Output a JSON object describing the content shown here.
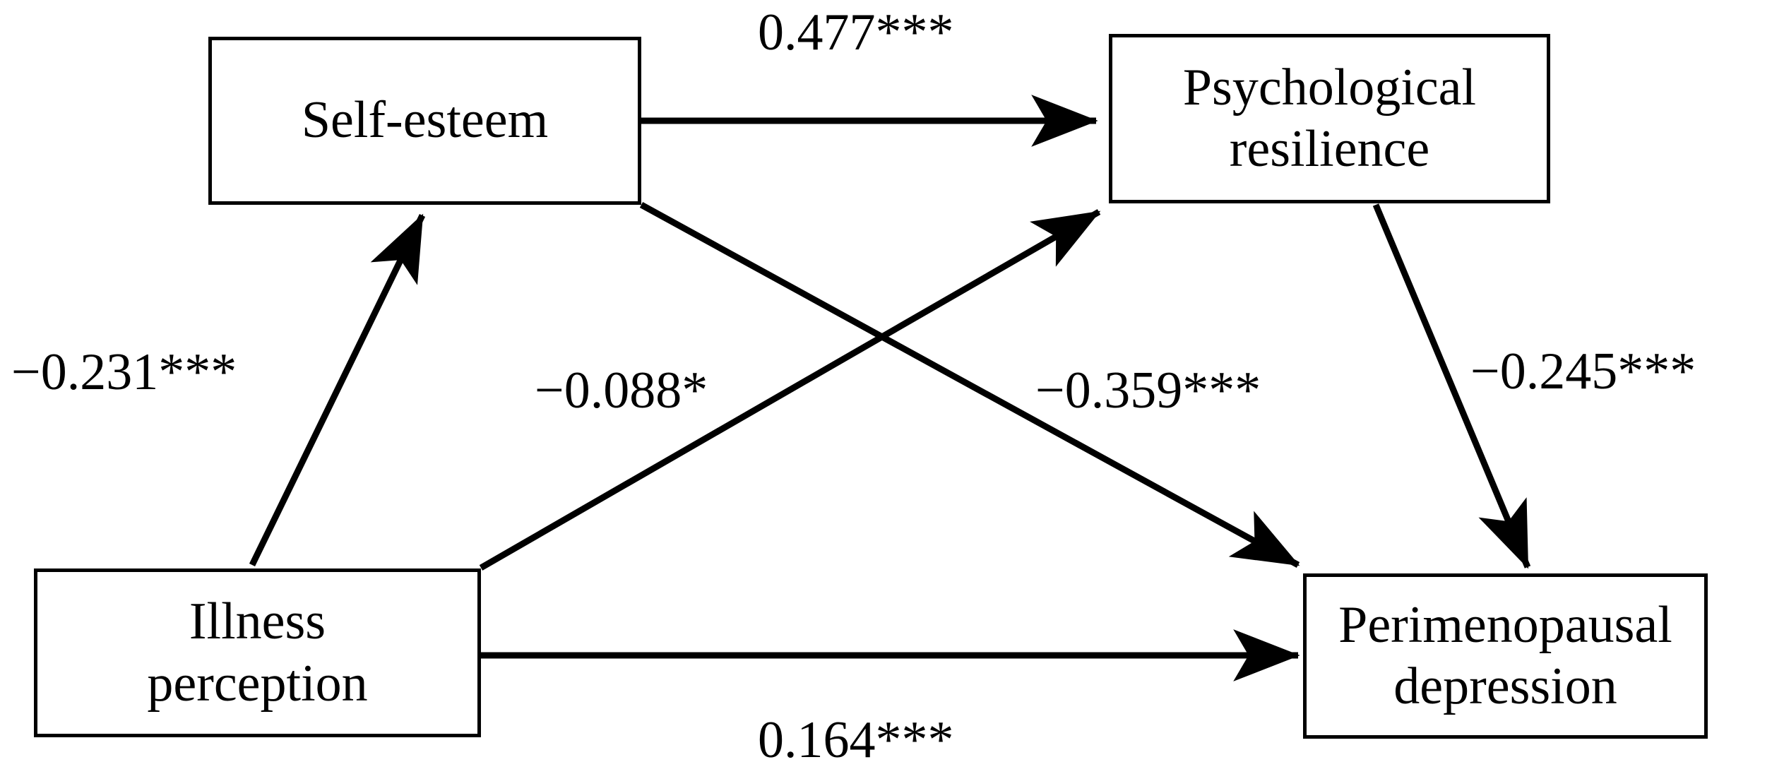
{
  "diagram": {
    "type": "path-analysis-model",
    "background_color": "#ffffff",
    "line_color": "#000000",
    "text_color": "#000000",
    "nodes": [
      {
        "id": "self_esteem",
        "label": "Self-esteem",
        "position": "top-left"
      },
      {
        "id": "psychological_resilience",
        "label": "Psychological\nresilience",
        "position": "top-right"
      },
      {
        "id": "illness_perception",
        "label": "Illness\nperception",
        "position": "bottom-left"
      },
      {
        "id": "perimenopausal_depression",
        "label": "Perimenopausal\ndepression",
        "position": "bottom-right"
      }
    ],
    "edges": [
      {
        "id": "se_to_pr",
        "from": "self_esteem",
        "to": "psychological_resilience",
        "coefficient": "0.477***",
        "value": 0.477,
        "significance": "***",
        "sign": "positive"
      },
      {
        "id": "ip_to_se",
        "from": "illness_perception",
        "to": "self_esteem",
        "coefficient": "−0.231***",
        "value": -0.231,
        "significance": "***",
        "sign": "negative"
      },
      {
        "id": "ip_to_pr",
        "from": "illness_perception",
        "to": "psychological_resilience",
        "coefficient": "−0.088*",
        "value": -0.088,
        "significance": "*",
        "sign": "negative"
      },
      {
        "id": "se_to_pd",
        "from": "self_esteem",
        "to": "perimenopausal_depression",
        "coefficient": "−0.359***",
        "value": -0.359,
        "significance": "***",
        "sign": "negative"
      },
      {
        "id": "pr_to_pd",
        "from": "psychological_resilience",
        "to": "perimenopausal_depression",
        "coefficient": "−0.245***",
        "value": -0.245,
        "significance": "***",
        "sign": "negative"
      },
      {
        "id": "ip_to_pd",
        "from": "illness_perception",
        "to": "perimenopausal_depression",
        "coefficient": "0.164***",
        "value": 0.164,
        "significance": "***",
        "sign": "positive"
      }
    ]
  }
}
